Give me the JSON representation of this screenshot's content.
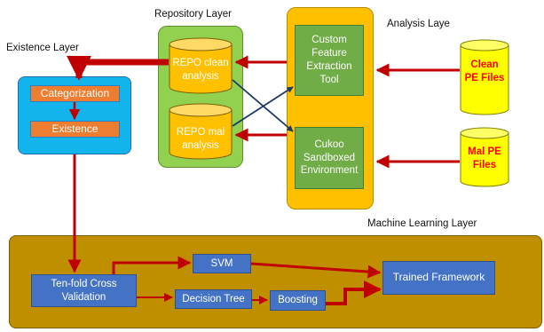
{
  "layers": {
    "repository": "Repository Layer",
    "existence": "Existence Layer",
    "analysis": "Analysis Laye",
    "machine_learning": "Machine Learning Layer"
  },
  "existence": {
    "categorization": "Categorization",
    "existence": "Existence"
  },
  "repository": {
    "clean": [
      "REPO clean",
      "analysis"
    ],
    "mal": [
      "REPO mal",
      "analysis"
    ]
  },
  "analysis": {
    "custom": [
      "Custom",
      "Feature",
      "Extraction",
      "Tool"
    ],
    "cukoo": [
      "Cukoo",
      "Sandboxed",
      "Environment"
    ]
  },
  "inputs": {
    "clean": [
      "Clean",
      "PE Files"
    ],
    "mal": [
      "Mal PE",
      "Files"
    ]
  },
  "ml": {
    "tenfold": [
      "Ten-fold Cross",
      "Validation"
    ],
    "svm": "SVM",
    "decision_tree": "Decision Tree",
    "boosting": "Boosting",
    "trained": "Trained Framework"
  },
  "colors": {
    "arrow": "#c00000",
    "existence_panel": "#13b3ec",
    "repository_panel": "#92d050",
    "analysis_panel": "#ffc000",
    "ml_panel": "#bf8f00",
    "orange_box": "#ed7d31",
    "green_box": "#70ad47",
    "blue_box": "#4472c4",
    "yellow_cylinder": "#ffc000",
    "input_cylinder": "#ffff00",
    "input_text": "#ff0000"
  }
}
